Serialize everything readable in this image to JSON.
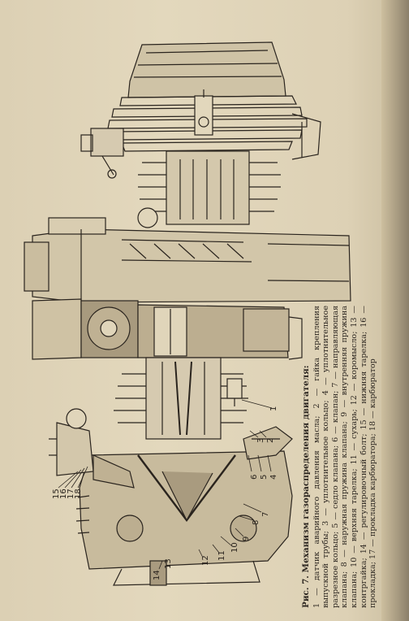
{
  "caption": {
    "figure": "Рис. 7.",
    "title": "Механизм газораспределения двигателя:",
    "legend": "1 — датчик аварийного давления масла; 2 — гайка крепления выпускной трубы; 3 — уплотнительное кольцо; 4 — уплотнительное разрезное кольцо; 5 — седло клапана; 6 — клапан; 7 — направляющая клапана; 8 — наружная пружина клапана; 9 — внутренняя пружина клапана; 10 — верхняя тарелка; 11 — сухарь; 12 — коромысло; 13 — контргайка; 14 — регулировочный болт; 15 — нижняя тарелка; 16 — прокладка; 17 — прокладка карбюратора; 18 — карбюратор"
  },
  "callouts": {
    "n1": "1",
    "n2": "2",
    "n3": "3",
    "n4": "4",
    "n5": "5",
    "n6": "6",
    "n7": "7",
    "n8": "8",
    "n9": "9",
    "n10": "10",
    "n11": "11",
    "n12": "12",
    "n13": "13",
    "n14": "14",
    "n15": "15",
    "n16": "16",
    "n17": "17",
    "n18": "18"
  },
  "colors": {
    "paper": "#e0d5ba",
    "ink": "#2a241e",
    "edge": "#8a7f6a"
  }
}
